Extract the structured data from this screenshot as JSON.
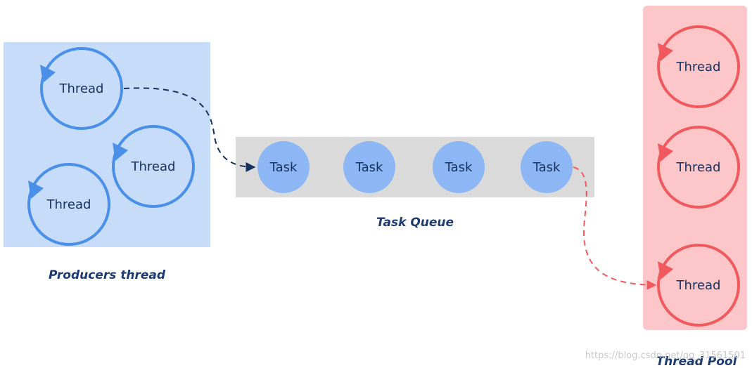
{
  "colors": {
    "producer_bg": "#c6dcf8",
    "producer_ring": "#4a90e8",
    "producer_text": "#17315f",
    "queue_bg": "#dadada",
    "task_fill": "#8db7f4",
    "task_text": "#17315f",
    "pool_bg": "#fdc6c8",
    "pool_ring": "#f05a5e",
    "pool_text": "#17315f",
    "arrow_blue": "#17315f",
    "arrow_red": "#f05a5e",
    "caption": "#1d3a72"
  },
  "producers": {
    "caption": "Producers thread",
    "threads": [
      "Thread",
      "Thread",
      "Thread"
    ]
  },
  "queue": {
    "caption": "Task Queue",
    "tasks": [
      "Task",
      "Task",
      "Task",
      "Task"
    ]
  },
  "pool": {
    "caption": "Thread Pool",
    "threads": [
      "Thread",
      "Thread",
      "Thread"
    ]
  },
  "watermark": "https://blog.csdn.net/qq_31561501"
}
